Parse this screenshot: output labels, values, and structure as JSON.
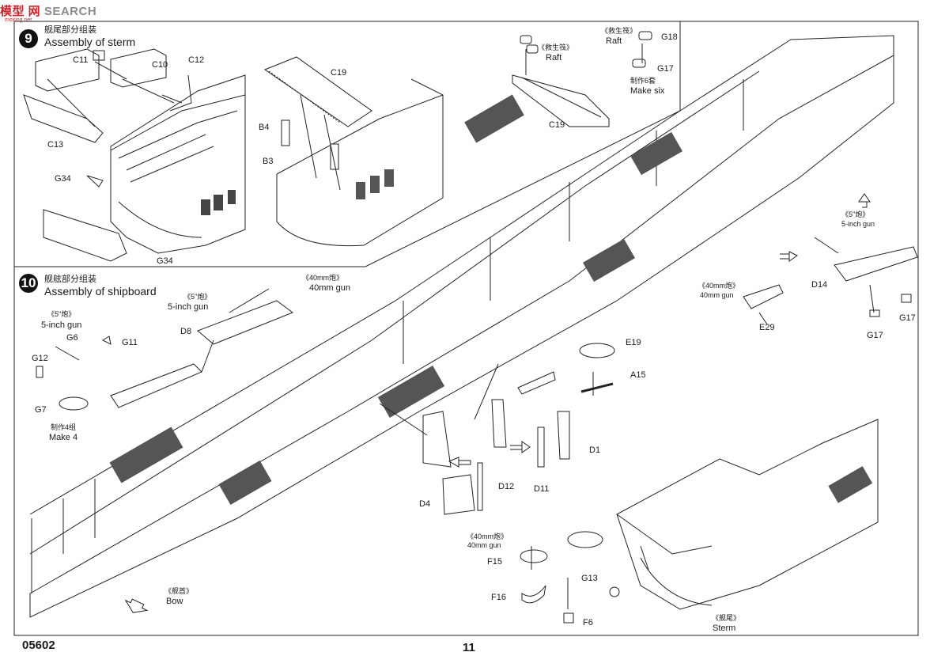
{
  "watermark": {
    "main": "模型 网",
    "search": "SEARCH",
    "sub": "moxing.net"
  },
  "footer": {
    "product_code": "05602",
    "page_number": "11"
  },
  "step9": {
    "number": "9",
    "title_cn": "舰尾部分组装",
    "title_en": "Assembly of sterm",
    "parts": [
      "C11",
      "C10",
      "C12",
      "C13",
      "G34",
      "G34",
      "C19",
      "B4",
      "B3",
      "C19",
      "G18",
      "G17"
    ],
    "raft_left": {
      "cn": "《救生筏》",
      "en": "Raft"
    },
    "raft_right": {
      "cn": "《救生筏》",
      "en": "Raft"
    },
    "make": {
      "cn": "制作6套",
      "en": "Make six"
    }
  },
  "step10": {
    "number": "10",
    "title_cn": "舰舷部分组装",
    "title_en": "Assembly of shipboard",
    "gun5_left": {
      "cn": "《5\"炮》",
      "en": "5-inch gun"
    },
    "gun5_top": {
      "cn": "《5\"炮》",
      "en": "5-inch gun"
    },
    "gun40_top": {
      "cn": "《40mm炮》",
      "en": "40mm gun"
    },
    "gun5_right": {
      "cn": "《5\"炮》",
      "en": "5-inch gun"
    },
    "gun40_right": {
      "cn": "《40mm炮》",
      "en": "40mm gun"
    },
    "gun40_bottom": {
      "cn": "《40mm炮》",
      "en": "40mm gun"
    },
    "make": {
      "cn": "制作4组",
      "en": "Make 4"
    },
    "bow": {
      "cn": "《舰首》",
      "en": "Bow"
    },
    "stern": {
      "cn": "《舰尾》",
      "en": "Sterm"
    },
    "parts": [
      "G6",
      "G11",
      "G12",
      "G7",
      "D8",
      "E19",
      "A15",
      "D14",
      "G17",
      "G17",
      "E29",
      "D1",
      "D11",
      "D12",
      "D4",
      "F15",
      "G13",
      "F16",
      "F6"
    ]
  }
}
